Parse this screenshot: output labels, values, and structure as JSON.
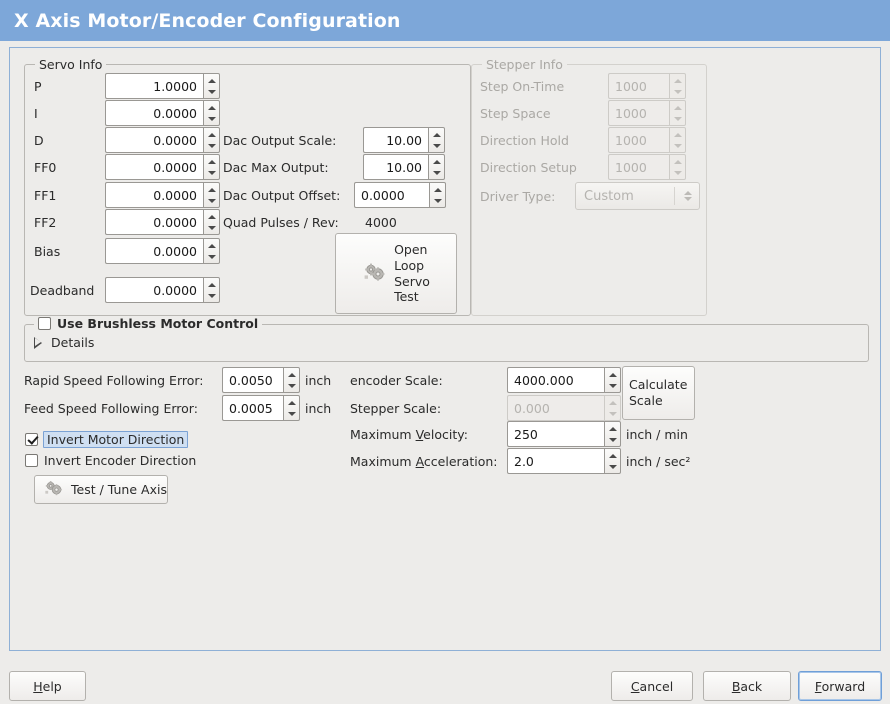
{
  "window": {
    "title": "X Axis Motor/Encoder Configuration",
    "title_bar_color": "#7da7d9",
    "background_color": "#edecea",
    "panel_border_color": "#8fb0d6"
  },
  "servo_info": {
    "legend": "Servo Info",
    "fields": [
      {
        "label": "P",
        "value": "1.0000"
      },
      {
        "label": "I",
        "value": "0.0000"
      },
      {
        "label": "D",
        "value": "0.0000"
      },
      {
        "label": "FF0",
        "value": "0.0000"
      },
      {
        "label": "FF1",
        "value": "0.0000"
      },
      {
        "label": "FF2",
        "value": "0.0000"
      },
      {
        "label": "Bias",
        "value": "0.0000"
      },
      {
        "label": "Deadband",
        "value": "0.0000"
      }
    ],
    "dac": [
      {
        "label": "Dac Output Scale:",
        "value": "10.00"
      },
      {
        "label": "Dac Max Output:",
        "value": "10.00"
      },
      {
        "label": "Dac Output Offset:",
        "value": "0.0000"
      }
    ],
    "quad_pulses_label": "Quad Pulses / Rev:",
    "quad_pulses_value": "4000",
    "open_loop_button": "Open\nLoop\nServo\nTest",
    "open_loop_button_lines": [
      "Open",
      "Loop",
      "Servo",
      "Test"
    ],
    "open_loop_icon": "gears-icon"
  },
  "stepper_info": {
    "legend": "Stepper Info",
    "enabled": false,
    "fields": [
      {
        "label": "Step On-Time",
        "value": "1000"
      },
      {
        "label": "Step Space",
        "value": "1000"
      },
      {
        "label": "Direction Hold",
        "value": "1000"
      },
      {
        "label": "Direction Setup",
        "value": "1000"
      }
    ],
    "driver_type_label": "Driver Type:",
    "driver_type_value": "Custom"
  },
  "brushless": {
    "checkbox_label": "Use Brushless Motor Control",
    "checked": false,
    "details_label": "Details",
    "details_expanded": false
  },
  "tuning": {
    "rapid_label": "Rapid Speed Following Error:",
    "rapid_value": "0.0050",
    "rapid_unit": "inch",
    "feed_label": "Feed Speed Following Error:",
    "feed_value": "0.0005",
    "feed_unit": "inch",
    "invert_motor_label": "Invert Motor Direction",
    "invert_motor_checked": true,
    "invert_motor_focused": true,
    "invert_encoder_label": "Invert Encoder Direction",
    "invert_encoder_checked": false,
    "test_tune_button": "Test / Tune Axis",
    "test_tune_icon": "gears-icon"
  },
  "scales": {
    "encoder_scale_label": "encoder Scale:",
    "encoder_scale_value": "4000.000",
    "stepper_scale_label": "Stepper Scale:",
    "stepper_scale_value": "0.000",
    "stepper_scale_enabled": false,
    "calculate_button_lines": [
      "Calculate",
      "Scale"
    ],
    "max_velocity_label_pre": "Maximum ",
    "max_velocity_label_mn": "V",
    "max_velocity_label_post": "elocity:",
    "max_velocity_value": "250",
    "max_velocity_unit": "inch / min",
    "max_accel_label_pre": "Maximum ",
    "max_accel_label_mn": "A",
    "max_accel_label_post": "cceleration:",
    "max_accel_value": "2.0",
    "max_accel_unit": "inch / sec²"
  },
  "footer": {
    "help_mn": "H",
    "help_rest": "elp",
    "cancel_mn": "C",
    "cancel_rest": "ancel",
    "back_mn": "B",
    "back_rest": "ack",
    "forward_mn": "F",
    "forward_rest": "orward",
    "forward_focused": true
  }
}
